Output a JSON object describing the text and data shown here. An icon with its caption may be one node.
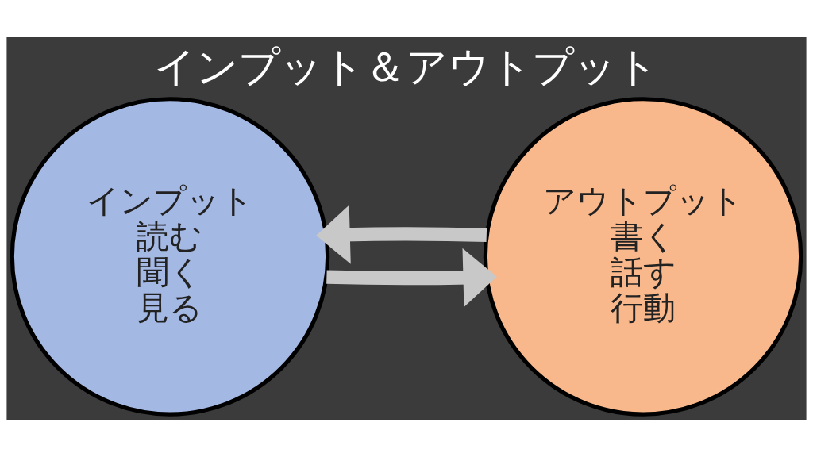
{
  "diagram": {
    "title": "インプット＆アウトプット",
    "nodes": [
      {
        "text": [
          "インプット",
          "読む",
          "聞く",
          "見る"
        ]
      },
      {
        "text": [
          "アウトプット",
          "書く",
          "話す",
          "行動"
        ]
      }
    ],
    "edges": [
      {
        "from": 0,
        "to": 1,
        "arrow": "to"
      },
      {
        "from": 1,
        "to": 0,
        "arrow": "to"
      }
    ]
  }
}
